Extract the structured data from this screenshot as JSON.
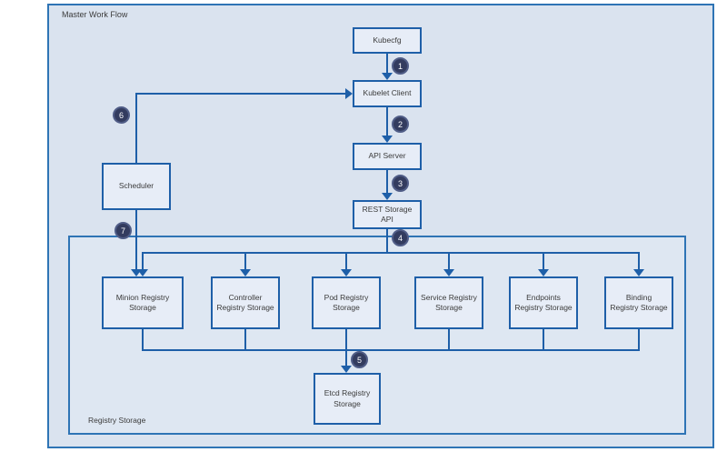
{
  "frame": {
    "title": "Master Work Flow"
  },
  "registry_group": {
    "title": "Registry Storage"
  },
  "nodes": {
    "kubecfg": {
      "label": "Kubecfg"
    },
    "kubelet_client": {
      "label": "Kubelet Client"
    },
    "api_server": {
      "label": "API Server"
    },
    "rest_storage_api": {
      "label": "REST Storage\nAPI"
    },
    "scheduler": {
      "label": "Scheduler"
    },
    "minion_registry": {
      "label": "Minion Registry\nStorage"
    },
    "controller_registry": {
      "label": "Controller\nRegistry Storage"
    },
    "pod_registry": {
      "label": "Pod Registry\nStorage"
    },
    "service_registry": {
      "label": "Service Registry\nStorage"
    },
    "endpoints_registry": {
      "label": "Endpoints\nRegistry Storage"
    },
    "binding_registry": {
      "label": "Binding\nRegistry Storage"
    },
    "etcd_registry": {
      "label": "Etcd Registry\nStorage"
    }
  },
  "steps": [
    "1",
    "2",
    "3",
    "4",
    "5",
    "6",
    "7"
  ],
  "colors": {
    "connector_blue": "#1e5fa8",
    "frame_border_blue": "#2e74b5",
    "canvas_fill": "#dae3ef",
    "group_fill": "#dee7f2",
    "node_fill": "#e7edf7",
    "step_fill": "#333c5f",
    "step_ring": "#505d87",
    "step_text": "#ffffff",
    "label_text": "#3b3b3b"
  }
}
